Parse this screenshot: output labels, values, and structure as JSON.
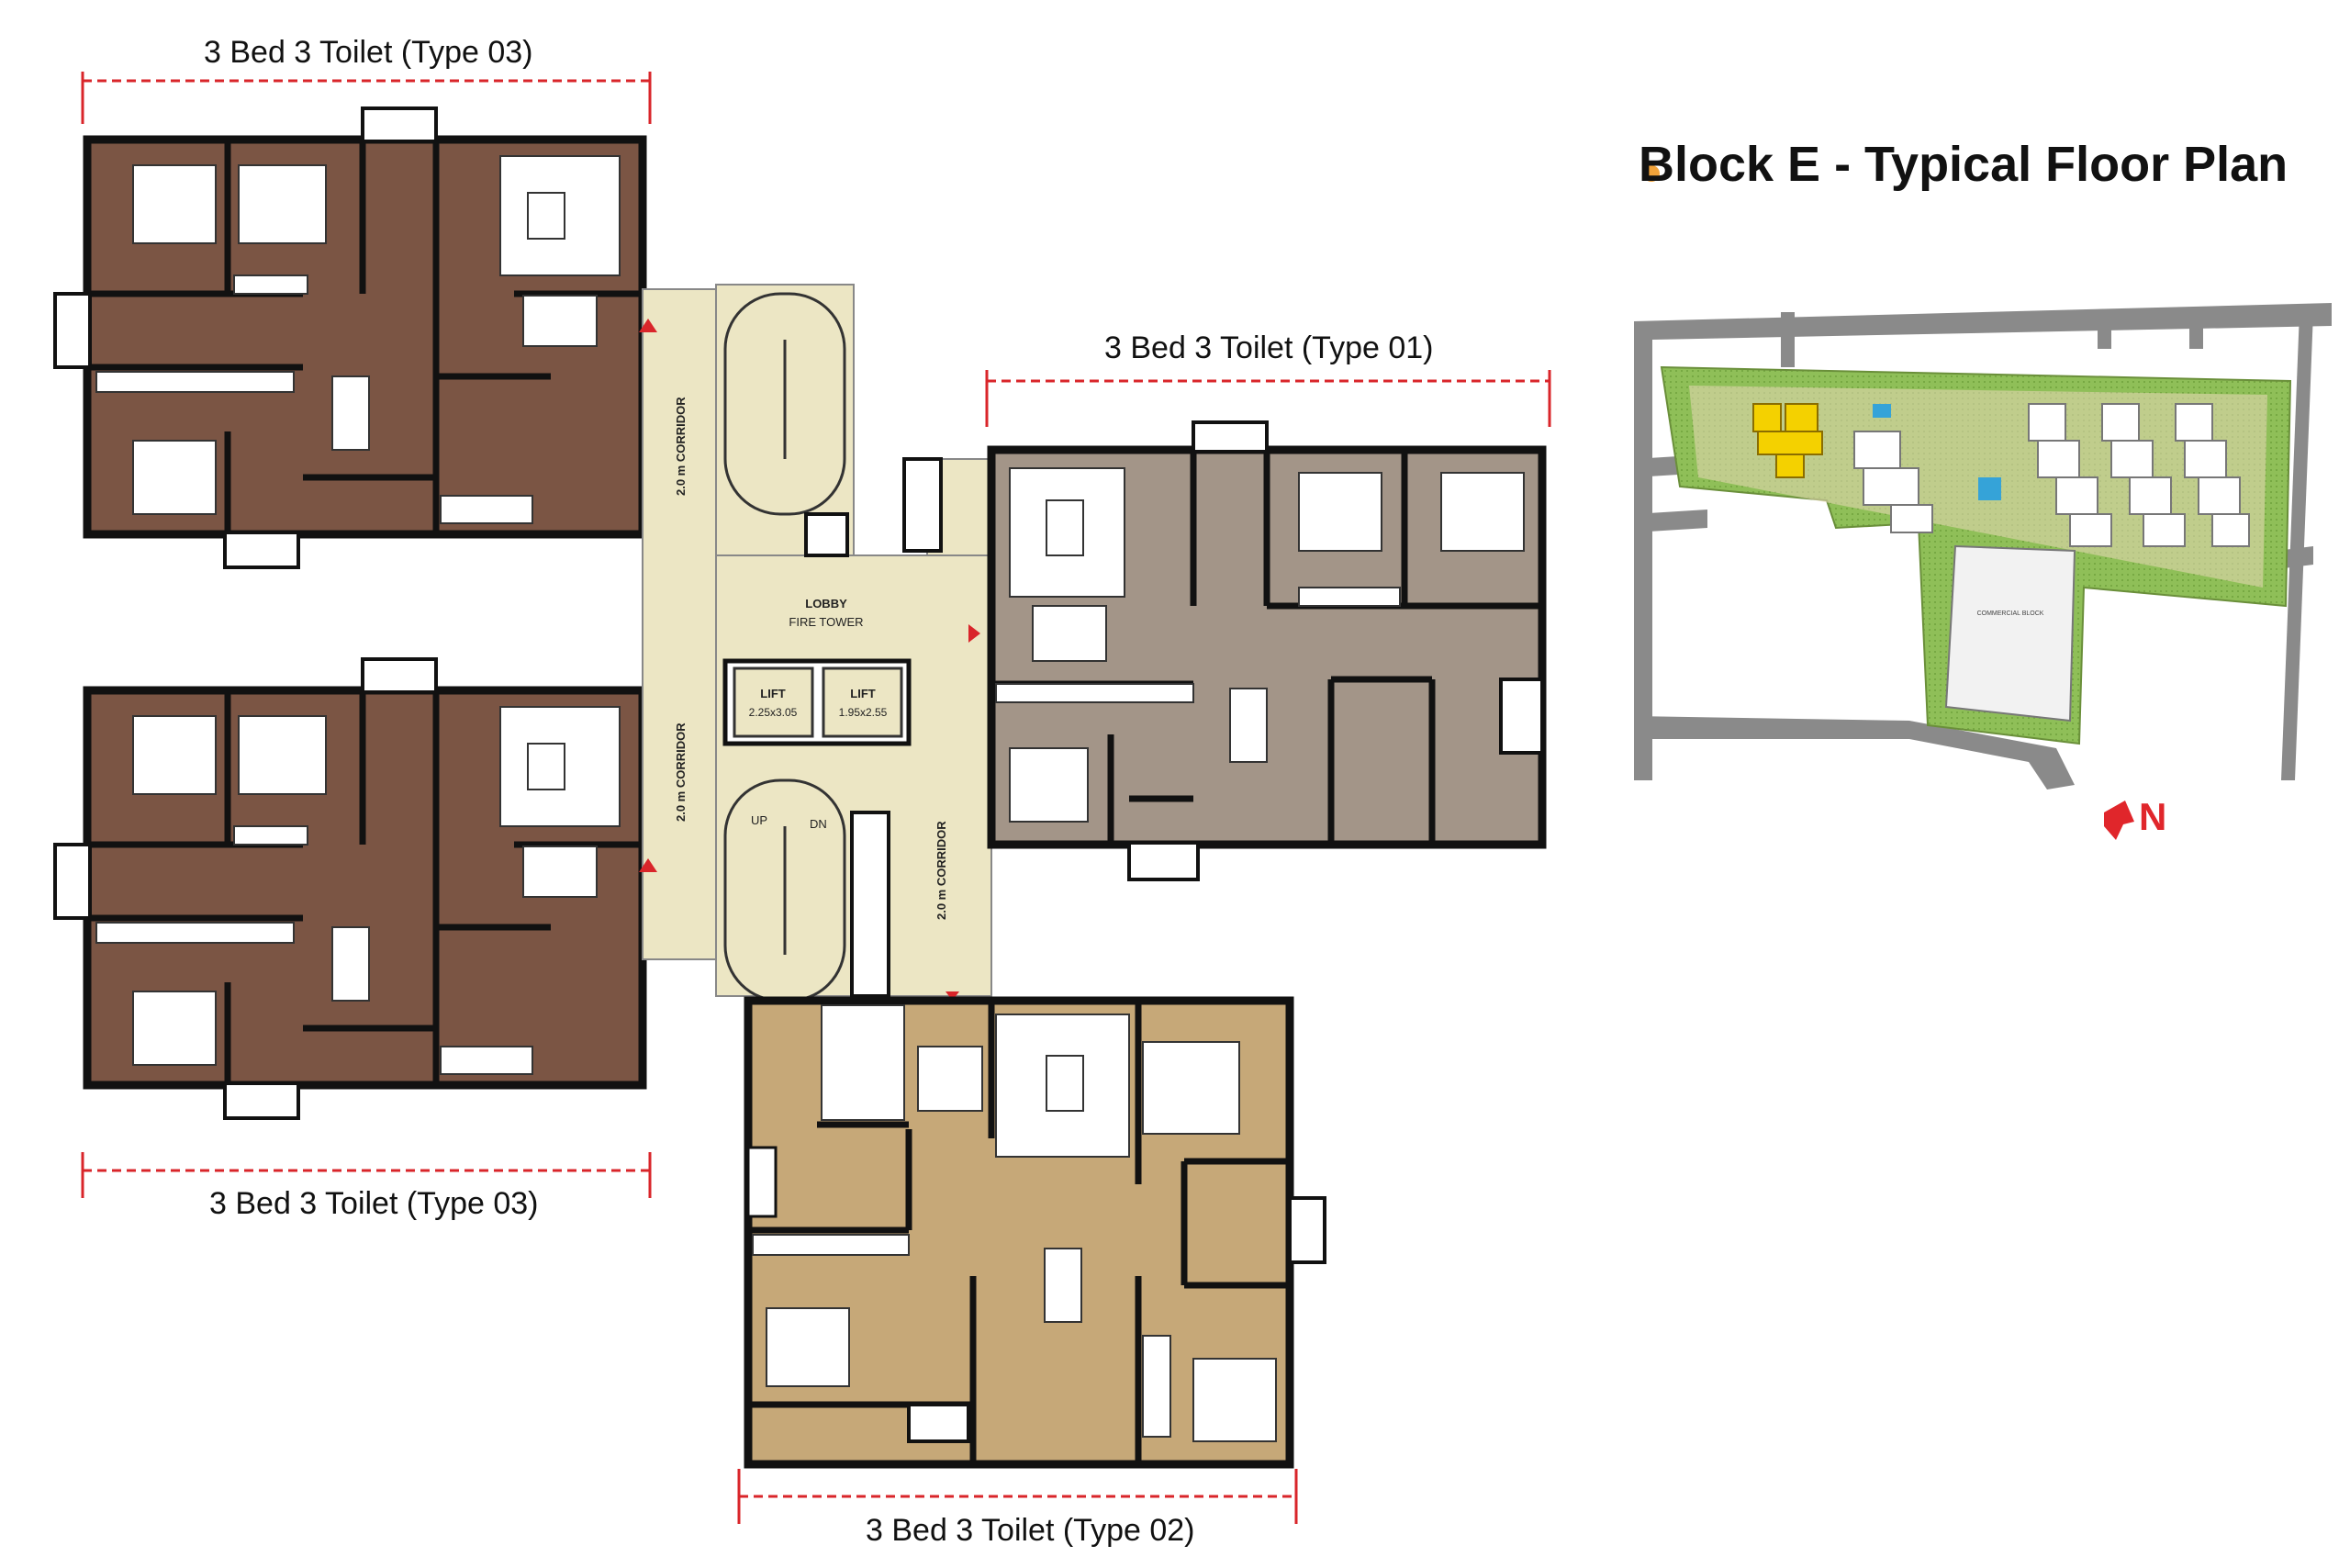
{
  "title": "Block E - Typical Floor Plan",
  "colors": {
    "type03": "#7b5544",
    "type01": "#a39588",
    "type02": "#c6a878",
    "core": "#ece6c4",
    "wall": "#111111",
    "dim_line": "#d9252a",
    "title_dot": "#f2a33a",
    "north_arrow": "#e0262b"
  },
  "units": {
    "type03_top": "3 Bed 3 Toilet (Type 03)",
    "type03_bottom": "3 Bed 3 Toilet (Type 03)",
    "type01": "3 Bed 3 Toilet (Type 01)",
    "type02": "3 Bed 3 Toilet (Type 02)"
  },
  "core": {
    "lobby": "LOBBY",
    "fire_tower": "FIRE TOWER",
    "corridor_left_top": "2.0 m CORRIDOR",
    "corridor_left_bottom": "2.0 m CORRIDOR",
    "corridor_right": "2.0 m CORRIDOR",
    "lift1_label": "LIFT",
    "lift1_size": "2.25x3.05",
    "lift2_label": "LIFT",
    "lift2_size": "1.95x2.55",
    "stair_up": "UP",
    "stair_down": "DN"
  },
  "site": {
    "commercial_block": "COMMERCIAL BLOCK",
    "north": "N"
  }
}
